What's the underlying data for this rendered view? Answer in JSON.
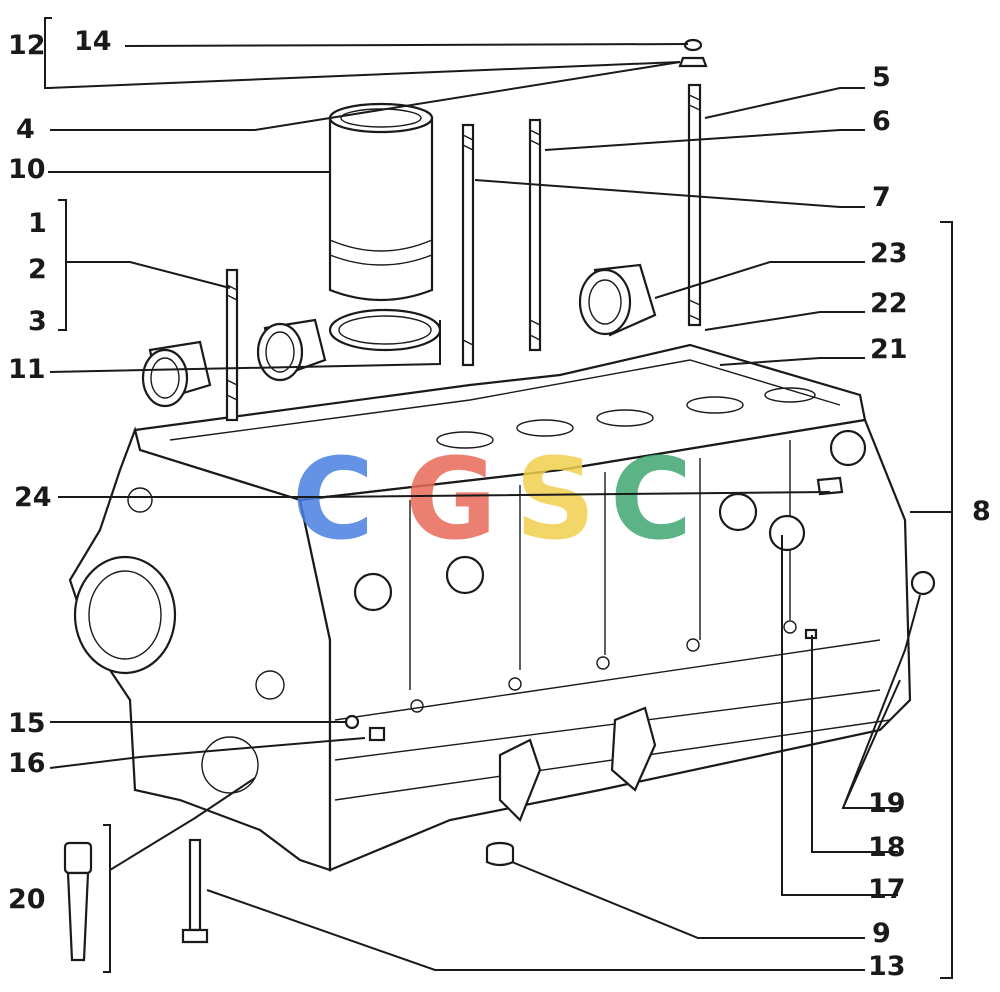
{
  "diagram": {
    "callouts": [
      {
        "id": "c14",
        "text": "14"
      },
      {
        "id": "c12",
        "text": "12"
      },
      {
        "id": "c4",
        "text": "4"
      },
      {
        "id": "c10",
        "text": "10"
      },
      {
        "id": "c1",
        "text": "1"
      },
      {
        "id": "c2",
        "text": "2"
      },
      {
        "id": "c3",
        "text": "3"
      },
      {
        "id": "c11",
        "text": "11"
      },
      {
        "id": "c24",
        "text": "24"
      },
      {
        "id": "c15",
        "text": "15"
      },
      {
        "id": "c16",
        "text": "16"
      },
      {
        "id": "c20",
        "text": "20"
      },
      {
        "id": "c5",
        "text": "5"
      },
      {
        "id": "c6",
        "text": "6"
      },
      {
        "id": "c7",
        "text": "7"
      },
      {
        "id": "c23",
        "text": "23"
      },
      {
        "id": "c22",
        "text": "22"
      },
      {
        "id": "c21",
        "text": "21"
      },
      {
        "id": "c8",
        "text": "8"
      },
      {
        "id": "c19",
        "text": "19"
      },
      {
        "id": "c18",
        "text": "18"
      },
      {
        "id": "c17",
        "text": "17"
      },
      {
        "id": "c9",
        "text": "9"
      },
      {
        "id": "c13",
        "text": "13"
      }
    ]
  },
  "watermark": {
    "letters": [
      {
        "char": "C",
        "color": "#4a7fe0"
      },
      {
        "char": "G",
        "color": "#e86a5a"
      },
      {
        "char": "S",
        "color": "#f2cf4e"
      },
      {
        "char": "C",
        "color": "#3fa672"
      }
    ]
  }
}
